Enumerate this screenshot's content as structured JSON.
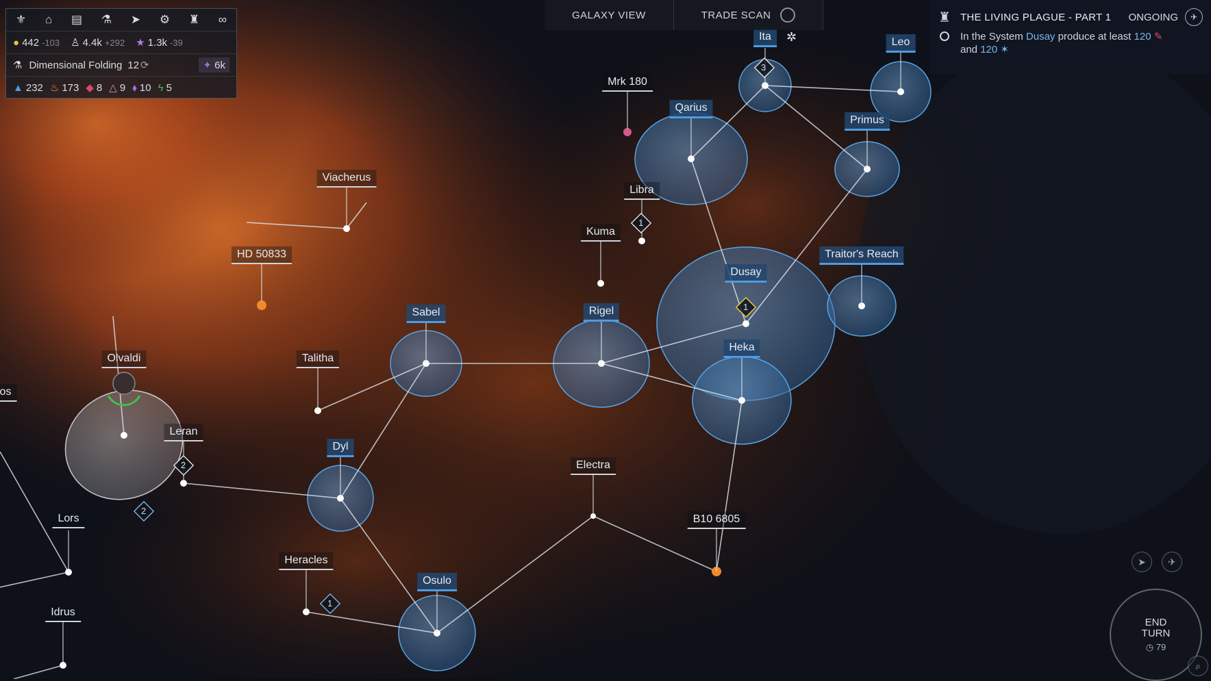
{
  "toolbar_icons": [
    "laurel-icon",
    "government-icon",
    "books-icon",
    "science-flask-icon",
    "fleet-ship-icon",
    "gear-cog-icon",
    "trophy-icon",
    "diplomacy-handshake-icon"
  ],
  "empire": {
    "dust": {
      "value": "442",
      "delta": "-103"
    },
    "population": {
      "value": "4.4k",
      "delta": "+292"
    },
    "influence": {
      "value": "1.3k",
      "delta": "-39"
    },
    "research_name": "Dimensional Folding",
    "research_turns": "12",
    "research_cost": "6k",
    "strategic": [
      {
        "name": "blue",
        "value": "232"
      },
      {
        "name": "fire",
        "value": "173"
      },
      {
        "name": "red",
        "value": "8"
      },
      {
        "name": "mineral",
        "value": "9"
      },
      {
        "name": "violet",
        "value": "10"
      },
      {
        "name": "green",
        "value": "5"
      }
    ]
  },
  "tabs": {
    "galaxy": "GALAXY VIEW",
    "trade": "TRADE SCAN"
  },
  "quest": {
    "title": "THE LIVING PLAGUE - PART 1",
    "status": "ONGOING",
    "desc_a": "In the System",
    "desc_sys": "Dusay",
    "desc_b": "produce at least",
    "amount1": "120",
    "desc_c": "and",
    "amount2": "120"
  },
  "systems": {
    "ita": "Ita",
    "leo": "Leo",
    "mrk180": "Mrk 180",
    "qarius": "Qarius",
    "primus": "Primus",
    "viacherus": "Viacherus",
    "libra": "Libra",
    "kuma": "Kuma",
    "hd50833": "HD 50833",
    "traitors": "Traitor's Reach",
    "dusay": "Dusay",
    "sabel": "Sabel",
    "rigel": "Rigel",
    "heka": "Heka",
    "olvaldi": "Olvaldi",
    "talitha": "Talitha",
    "leran": "Leran",
    "dyl": "Dyl",
    "electra": "Electra",
    "lors": "Lors",
    "b106805": "B10 6805",
    "heracles": "Heracles",
    "osulo": "Osulo",
    "idrus": "Idrus",
    "edge": "os"
  },
  "fleet_counts": {
    "ita": "3",
    "libra": "1",
    "dusay": "1",
    "leran": "2",
    "lower": "2",
    "heracles": "1"
  },
  "end_turn": {
    "label": "END TURN",
    "turn": "79"
  },
  "colors": {
    "owned": "#4f9be0",
    "nebula": "#c4541c",
    "lane": "#dfe6ee"
  }
}
